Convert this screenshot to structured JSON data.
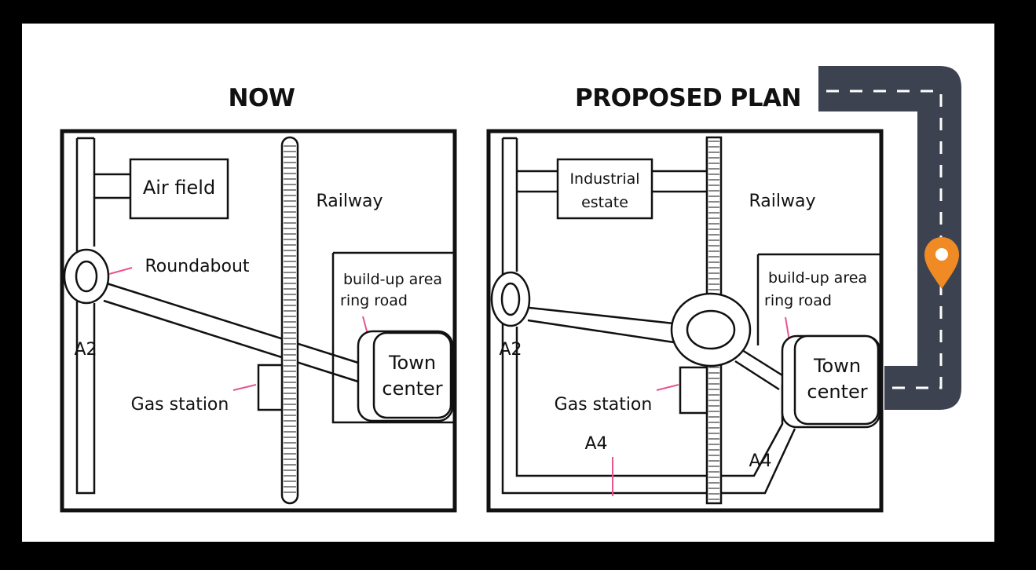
{
  "colors": {
    "frame_background": "#000000",
    "paper": "#ffffff",
    "line": "#111111",
    "pointer": "#e8548f",
    "road_panel": "#3d4250",
    "road_dash": "#ffffff",
    "pin": "#f08a24"
  },
  "now": {
    "title": "NOW",
    "labels": {
      "air_field": "Air field",
      "railway": "Railway",
      "roundabout": "Roundabout",
      "build_up_area": "build-up area",
      "ring_road": "ring road",
      "a2": "A2",
      "town": "Town",
      "center": "center",
      "gas_station": "Gas station"
    }
  },
  "proposed": {
    "title": "PROPOSED PLAN",
    "labels": {
      "industrial": "Industrial",
      "estate": "estate",
      "railway": "Railway",
      "build_up_area": "build-up area",
      "ring_road": "ring road",
      "a2": "A2",
      "town": "Town",
      "center": "center",
      "gas_station": "Gas station",
      "a4_left": "A4",
      "a4_right": "A4"
    }
  },
  "decoration": {
    "road_graphic": "road-with-dashed-line",
    "pin_icon": "map-pin-icon"
  }
}
